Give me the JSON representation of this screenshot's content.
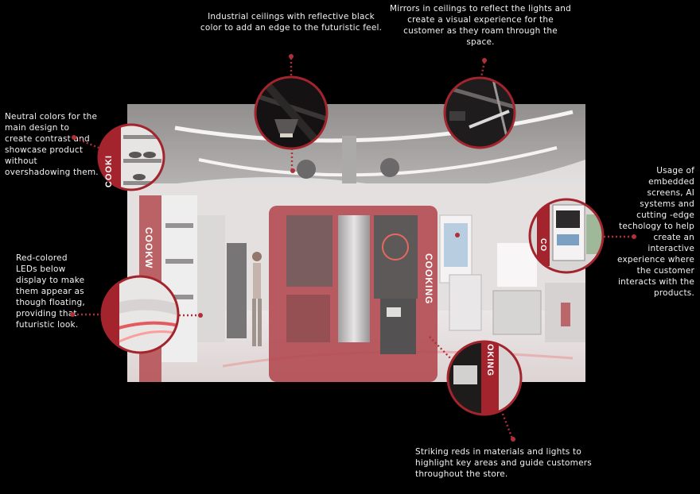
{
  "annotations": {
    "ceilings": "Industrial ceilings with reflective black color to add an edge to the futuristic feel.",
    "mirrors": "Mirrors in ceilings  to reflect the lights and create a visual experience for the customer as they roam through the space.",
    "neutral": "Neutral colors for the main design to create contrast and showcase product without overshadowing them.",
    "leds": "Red-colored LEDs below display to make them appear as though floating, providing that futuristic look.",
    "screens": "Usage of embedded screens, AI systems and cutting -edge techology to help create an interactive experience where the customer interacts with the products.",
    "reds": "Striking reds in materials and lights to highlight key areas and guide customers throughout the store."
  },
  "signage": {
    "left_wall": "COOKW",
    "center_column": "COOKING",
    "left_inset": "COOKI",
    "bottom_inset": "OKING",
    "screen_inset": "CO"
  },
  "colors": {
    "background": "#000000",
    "accent_red": "#a3242c",
    "leader_red": "#b03038",
    "text": "#f2f2f2"
  }
}
